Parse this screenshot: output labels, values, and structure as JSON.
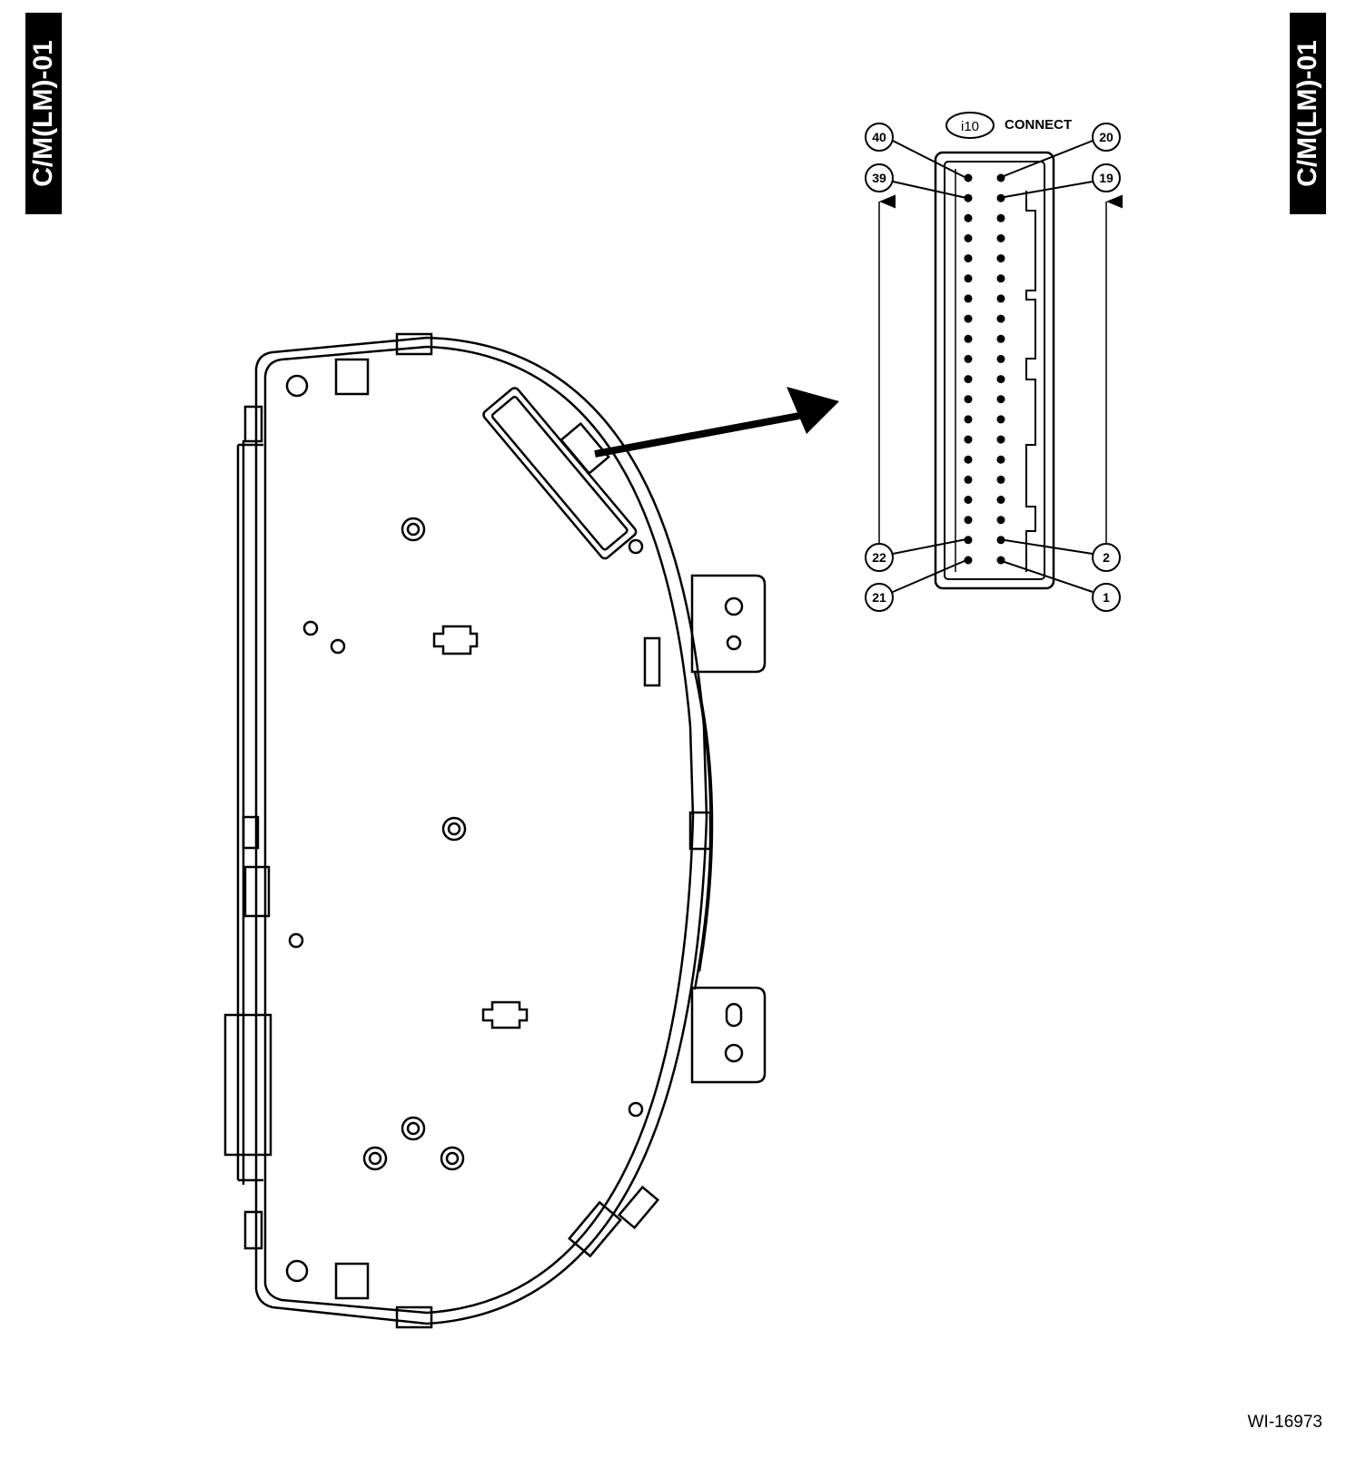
{
  "side_tab": {
    "left_label": "C/M(LM)-01",
    "right_label": "C/M(LM)-01"
  },
  "connector": {
    "id": "i10",
    "label": "CONNECT",
    "pins_left_column": [
      "40",
      "39",
      "22",
      "21"
    ],
    "pins_right_column": [
      "20",
      "19",
      "2",
      "1"
    ],
    "pin_count": 40
  },
  "figure_code": "WI-16973"
}
